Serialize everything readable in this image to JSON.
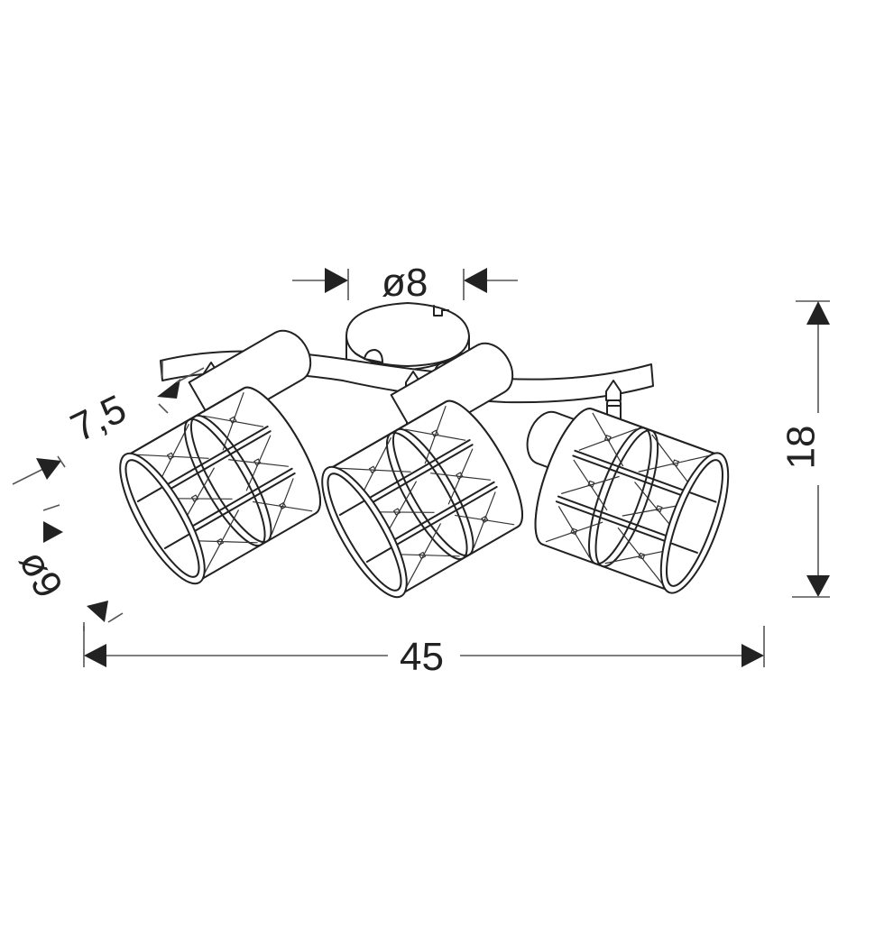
{
  "diagram": {
    "subject": "Three-spot ceiling light bar with crystal-patterned cage shades",
    "units": "cm",
    "colors": {
      "line": "#222222",
      "dimension_line": "#555555",
      "background": "#ffffff"
    },
    "dimensions": {
      "canopy_diameter": "ø8",
      "shade_length": "7,5",
      "shade_diameter": "ø9",
      "total_height": "18",
      "total_width": "45"
    },
    "components": [
      {
        "name": "ceiling-canopy",
        "label": "ø8"
      },
      {
        "name": "curved-mounting-bar"
      },
      {
        "name": "spot-left"
      },
      {
        "name": "spot-middle"
      },
      {
        "name": "spot-right"
      }
    ]
  }
}
